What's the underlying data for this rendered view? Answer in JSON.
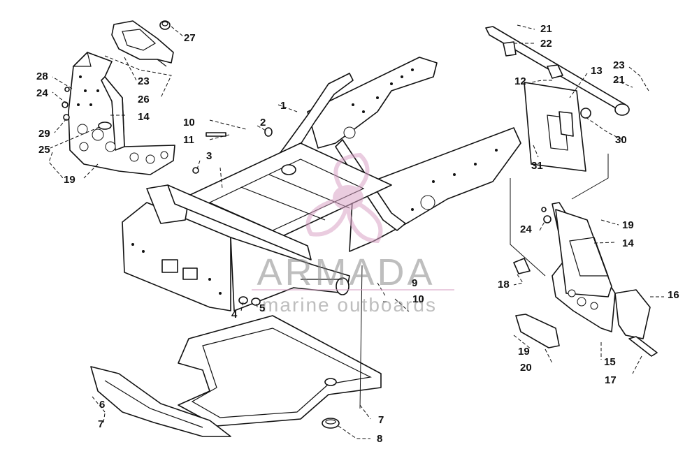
{
  "watermark": {
    "brand": "ARMADA",
    "tagline": "marine outboards",
    "logo_color": "#d9a3c6",
    "text_color": "#8a8a8a"
  },
  "callouts": {
    "c1": "1",
    "c2": "2",
    "c3": "3",
    "c4": "4",
    "c5": "5",
    "c6": "6",
    "c7a": "7",
    "c7b": "7",
    "c8": "8",
    "c9": "9",
    "c10a": "10",
    "c10b": "10",
    "c11": "11",
    "c12": "12",
    "c13": "13",
    "c14a": "14",
    "c14b": "14",
    "c15": "15",
    "c16": "16",
    "c17": "17",
    "c18": "18",
    "c19a": "19",
    "c19b": "19",
    "c19c": "19",
    "c20": "20",
    "c21a": "21",
    "c21b": "21",
    "c22": "22",
    "c23a": "23",
    "c23b": "23",
    "c24a": "24",
    "c24b": "24",
    "c25": "25",
    "c26": "26",
    "c27": "27",
    "c28": "28",
    "c29": "29",
    "c30": "30",
    "c31": "31"
  }
}
